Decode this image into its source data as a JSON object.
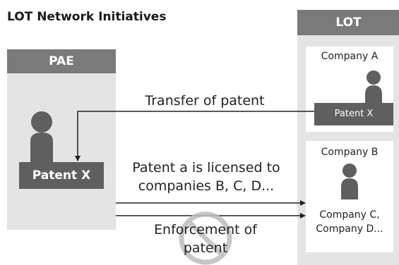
{
  "title": "LOT Network Initiatives",
  "pae": {
    "heading": "PAE",
    "patent_label": "Patent X"
  },
  "lot": {
    "heading": "LOT",
    "company_a": {
      "name": "Company A",
      "patent_label": "Patent X"
    },
    "company_b": {
      "name": "Company B"
    },
    "company_cd": {
      "line1": "Company C,",
      "line2": "Company D..."
    }
  },
  "arrows": {
    "transfer_label": "Transfer of patent",
    "license_line1": "Patent a is licensed to",
    "license_line2": "companies B, C, D...",
    "enforcement_line1": "Enforcement of",
    "enforcement_line2": "patent"
  },
  "colors": {
    "header_gray": "#7a7a7a",
    "panel_gray": "#e4e4e4",
    "person_gray": "#5f5f5f",
    "prohibition_gray": "#bdbdbd"
  }
}
